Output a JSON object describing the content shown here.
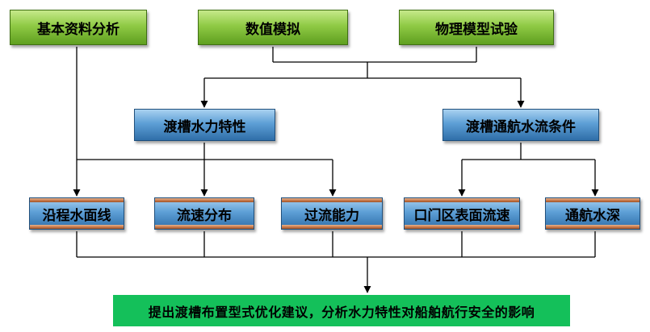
{
  "top": {
    "basic": "基本资料分析",
    "numeric": "数值模拟",
    "physical": "物理模型试验"
  },
  "middle": {
    "hydraulic": "渡槽水力特性",
    "navigation": "渡槽通航水流条件"
  },
  "leaves": {
    "along": "沿程水面线",
    "velocity": "流速分布",
    "capacity": "过流能力",
    "gate": "口门区表面流速",
    "depth": "通航水深"
  },
  "bottom": {
    "conclusion": "提出渡槽布置型式优化建议，分析水力特性对船舶航行安全的影响"
  },
  "colors": {
    "green": "#8fca45",
    "blue": "#5d9fd6",
    "orange": "#c8794a",
    "bottom_green": "#14c05a",
    "line": "#000000"
  }
}
